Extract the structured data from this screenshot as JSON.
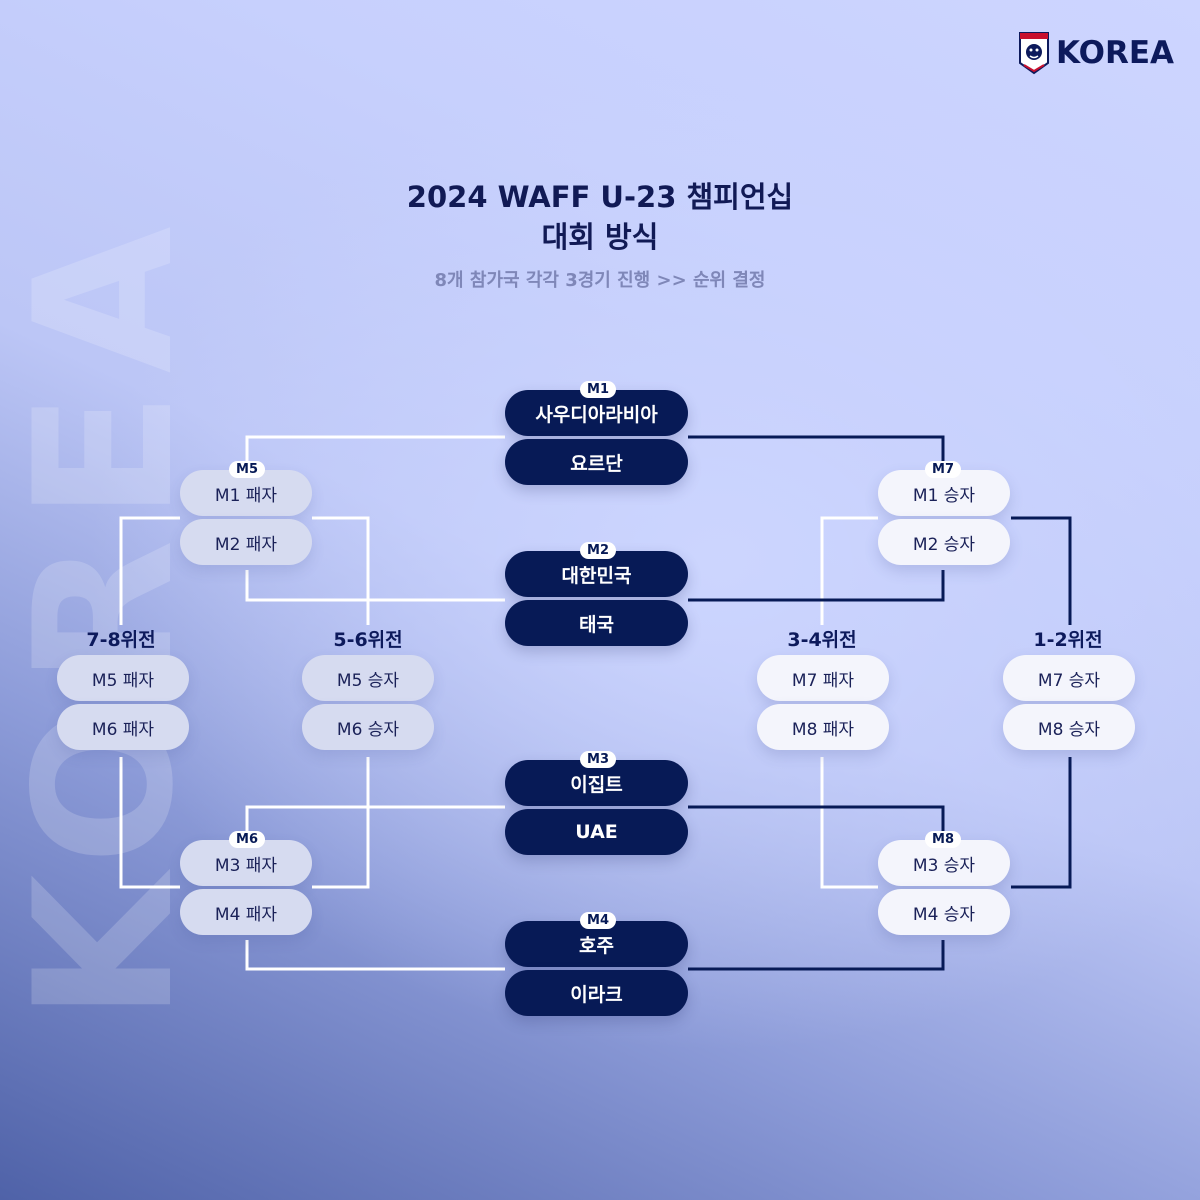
{
  "brand": {
    "logo_text": "KOREA",
    "watermark": "KOREA"
  },
  "header": {
    "title_line1": "2024 WAFF U-23 챔피언십",
    "title_line2": "대회 방식",
    "subtitle": "8개 참가국 각각 3경기 진행 >> 순위 결정"
  },
  "matches": {
    "m1": {
      "badge": "M1",
      "team1": "사우디아라비아",
      "team2": "요르단"
    },
    "m2": {
      "badge": "M2",
      "team1": "대한민국",
      "team2": "태국"
    },
    "m3": {
      "badge": "M3",
      "team1": "이집트",
      "team2": "UAE"
    },
    "m4": {
      "badge": "M4",
      "team1": "호주",
      "team2": "이라크"
    },
    "m5": {
      "badge": "M5",
      "slot1": "M1 패자",
      "slot2": "M2 패자"
    },
    "m6": {
      "badge": "M6",
      "slot1": "M3 패자",
      "slot2": "M4 패자"
    },
    "m7": {
      "badge": "M7",
      "slot1": "M1 승자",
      "slot2": "M2 승자"
    },
    "m8": {
      "badge": "M8",
      "slot1": "M3 승자",
      "slot2": "M4 승자"
    }
  },
  "placements": {
    "p78": {
      "label": "7-8위전",
      "slot1": "M5 패자",
      "slot2": "M6 패자"
    },
    "p56": {
      "label": "5-6위전",
      "slot1": "M5 승자",
      "slot2": "M6 승자"
    },
    "p34": {
      "label": "3-4위전",
      "slot1": "M7 패자",
      "slot2": "M8 패자"
    },
    "p12": {
      "label": "1-2위전",
      "slot1": "M7 승자",
      "slot2": "M8 승자"
    }
  },
  "colors": {
    "navy": "#071a56",
    "light_pill": "#f4f5fc",
    "grey_pill": "#d6dbf0",
    "loser_line": "#ffffff",
    "winner_line": "#071a56"
  }
}
